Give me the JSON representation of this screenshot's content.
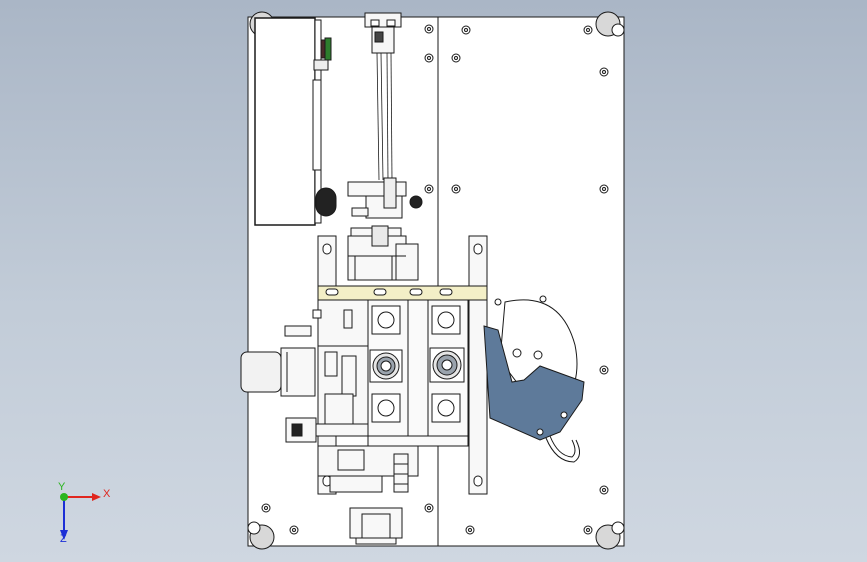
{
  "view": {
    "background_top": "#aab6c6",
    "background_bottom": "#cfd7e1",
    "plate_color": "#ffffff",
    "part_fill": "#f5f5f5",
    "edge_color": "#1a1a1a",
    "highlight_color": "#f3efc7",
    "motor_color": "#f2f2f2",
    "cam_plate_color": "#5e7a9a"
  },
  "triad": {
    "x_label": "X",
    "y_label": "Y",
    "z_label": "Z",
    "x_color": "#e0261e",
    "y_color": "#2bb51f",
    "z_color": "#1c2fd6"
  }
}
